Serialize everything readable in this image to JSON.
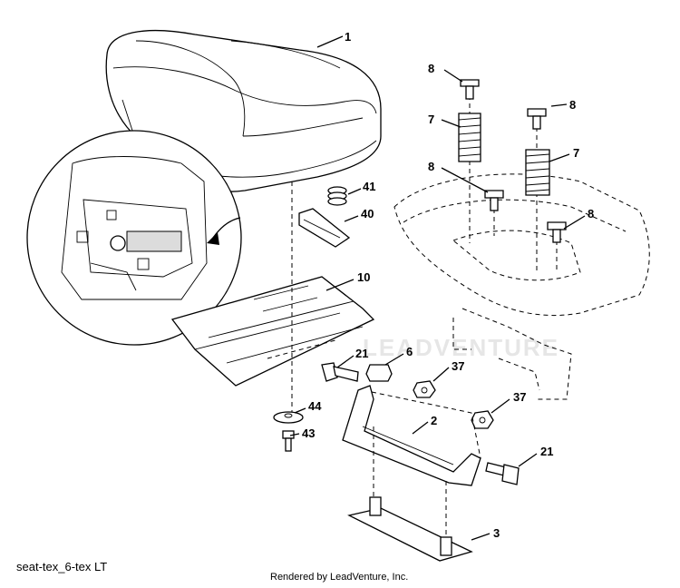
{
  "diagram": {
    "name": "seat-tex_6-tex LT",
    "rendered_by": "Rendered by LeadVenture, Inc.",
    "watermark": "LEADVENTURE",
    "callouts": [
      {
        "id": "1",
        "label": "1"
      },
      {
        "id": "8a",
        "label": "8"
      },
      {
        "id": "8b",
        "label": "8"
      },
      {
        "id": "7a",
        "label": "7"
      },
      {
        "id": "7b",
        "label": "7"
      },
      {
        "id": "8c",
        "label": "8"
      },
      {
        "id": "8d",
        "label": "8"
      },
      {
        "id": "41",
        "label": "41"
      },
      {
        "id": "40",
        "label": "40"
      },
      {
        "id": "10",
        "label": "10"
      },
      {
        "id": "21a",
        "label": "21"
      },
      {
        "id": "6",
        "label": "6"
      },
      {
        "id": "37a",
        "label": "37"
      },
      {
        "id": "37b",
        "label": "37"
      },
      {
        "id": "2",
        "label": "2"
      },
      {
        "id": "44",
        "label": "44"
      },
      {
        "id": "43",
        "label": "43"
      },
      {
        "id": "21b",
        "label": "21"
      },
      {
        "id": "3",
        "label": "3"
      }
    ]
  }
}
